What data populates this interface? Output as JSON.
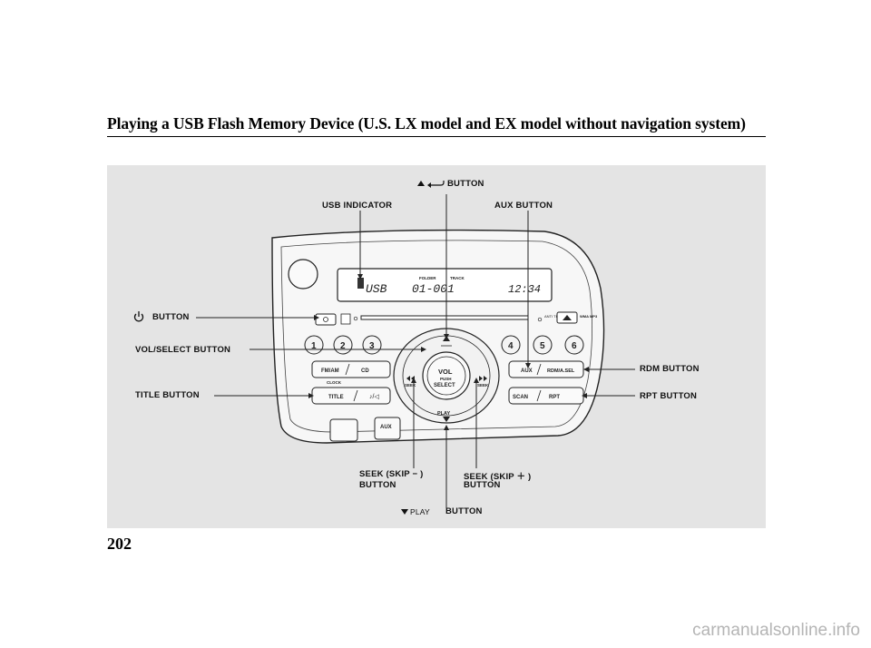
{
  "header": {
    "title": "Playing a USB Flash Memory Device (U.S. LX model and EX model without navigation system)"
  },
  "labels": {
    "top_button": "BUTTON",
    "usb_indicator": "USB INDICATOR",
    "aux_button": "AUX BUTTON",
    "power_button": "BUTTON",
    "vol_select_button": "VOL/SELECT BUTTON",
    "title_button": "TITLE BUTTON",
    "rdm_button": "RDM BUTTON",
    "rpt_button": "RPT BUTTON",
    "seek_minus": "SEEK (SKIP − )",
    "seek_minus_2": "BUTTON",
    "seek_plus": "SEEK (SKIP ＋ )",
    "seek_plus_2": "BUTTON",
    "play_prefix": "PLAY",
    "play_button": "BUTTON"
  },
  "radio": {
    "display_usb": "USB",
    "display_track": "01-001",
    "display_time": "12:34",
    "folder_label": "FOLDER",
    "track_label": "TRACK",
    "preset_1": "1",
    "preset_2": "2",
    "preset_3": "3",
    "preset_4": "4",
    "preset_5": "5",
    "preset_6": "6",
    "fm_am": "FM/AM",
    "cd": "CD",
    "clock": "CLOCK",
    "title": "TITLE",
    "aux": "AUX",
    "rdm_sel": "RDM/A.SEL",
    "scan": "SCAN",
    "rpt": "RPT",
    "vol": "VOL",
    "push": "PUSH",
    "select": "SELECT",
    "play": "PLAY",
    "seek": "SEEK",
    "aux_bottom": "AUX",
    "anti_theft": "ANTI THEFT",
    "wma": "WMA MP3"
  },
  "page": {
    "number": "202"
  },
  "footer": {
    "watermark": "carmanualsonline.info"
  }
}
